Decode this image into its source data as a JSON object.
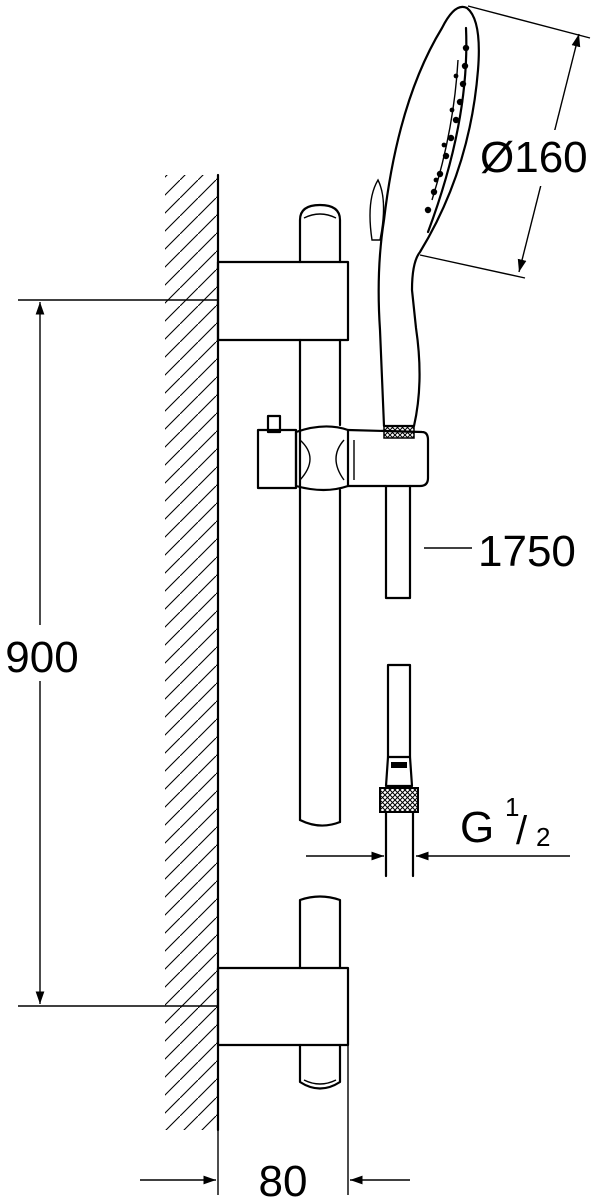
{
  "dimensions": {
    "height": "900",
    "depth": "80",
    "hose_length": "1750",
    "head_diameter_symbol": "Ø",
    "head_diameter": "160",
    "connection_prefix": "G",
    "connection_num": "1",
    "connection_den": "2"
  }
}
